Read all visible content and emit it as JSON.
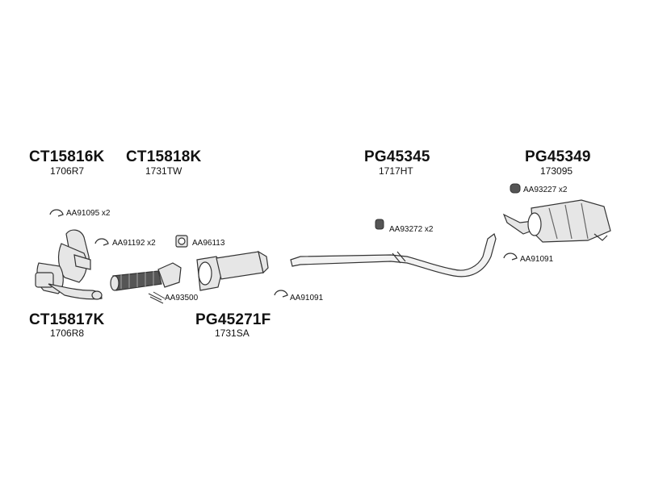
{
  "parts": [
    {
      "id": "ct15816k",
      "code": "CT15816K",
      "ref": "1706R7"
    },
    {
      "id": "ct15818k",
      "code": "CT15818K",
      "ref": "1731TW"
    },
    {
      "id": "pg45345",
      "code": "PG45345",
      "ref": "1717HT"
    },
    {
      "id": "pg45349",
      "code": "PG45349",
      "ref": "173095"
    },
    {
      "id": "ct15817k",
      "code": "CT15817K",
      "ref": "1706R8"
    },
    {
      "id": "pg45271f",
      "code": "PG45271F",
      "ref": "1731SA"
    }
  ],
  "accessories": [
    {
      "id": "aa91095",
      "label": "AA91095 x2"
    },
    {
      "id": "aa91192",
      "label": "AA91192 x2"
    },
    {
      "id": "aa96113",
      "label": "AA96113"
    },
    {
      "id": "aa93500",
      "label": "AA93500"
    },
    {
      "id": "aa91091a",
      "label": "AA91091"
    },
    {
      "id": "aa93272",
      "label": "AA93272 x2"
    },
    {
      "id": "aa93227",
      "label": "AA93227 x2"
    },
    {
      "id": "aa91091b",
      "label": "AA91091"
    }
  ],
  "colors": {
    "line": "#333333",
    "fill": "#e6e6e6",
    "dark": "#555555"
  }
}
